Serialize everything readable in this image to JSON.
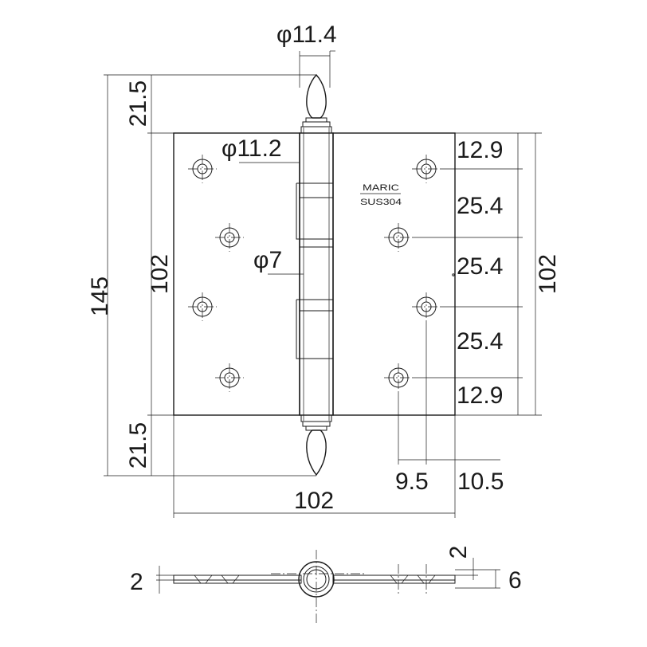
{
  "dimensions": {
    "pin_diameter_top": "φ11.4",
    "knuckle_diameter": "φ11.2",
    "pin_diameter": "φ7",
    "total_height": "145",
    "finial_top": "21.5",
    "finial_bottom": "21.5",
    "leaf_height_left": "102",
    "leaf_height_right": "102",
    "hole_pitch_top": "12.9",
    "hole_pitch_1": "25.4",
    "hole_pitch_2": "25.4",
    "hole_pitch_3": "25.4",
    "hole_pitch_bottom": "12.9",
    "hole_offset_a": "9.5",
    "hole_offset_b": "10.5",
    "overall_width": "102",
    "side_thickness": "2",
    "side_leaf_thickness": "2",
    "side_total_thickness": "6"
  },
  "marking": {
    "brand": "MARIC",
    "material": "SUS304"
  }
}
